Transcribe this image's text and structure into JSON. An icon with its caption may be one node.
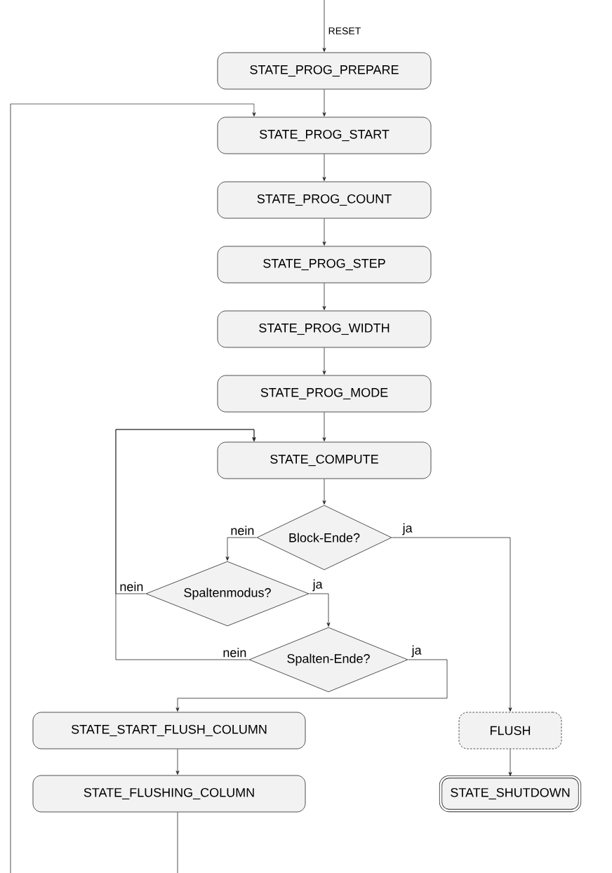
{
  "diagram": {
    "nodes": [
      {
        "text": [
          "STATE_PROG_PREPARE"
        ]
      },
      {
        "text": [
          "STATE_PROG_START"
        ]
      },
      {
        "text": [
          "STATE_PROG_COUNT"
        ]
      },
      {
        "text": [
          "STATE_PROG_STEP"
        ]
      },
      {
        "text": [
          "STATE_PROG_WIDTH"
        ]
      },
      {
        "text": [
          "STATE_PROG_MODE"
        ]
      },
      {
        "text": [
          "STATE_COMPUTE"
        ]
      },
      {
        "text": [
          "Block-Ende?"
        ]
      },
      {
        "text": [
          "Spaltenmodus?"
        ]
      },
      {
        "text": [
          "Spalten-Ende?"
        ]
      },
      {
        "text": [
          "STATE_START_FLUSH_COLUMN"
        ]
      },
      {
        "text": [
          "STATE_FLUSHING_COLUMN"
        ]
      },
      {
        "text": [
          "FLUSH"
        ]
      },
      {
        "text": [
          "STATE_SHUTDOWN"
        ]
      }
    ],
    "edges": [
      {
        "from": null,
        "to": 0,
        "arrow": "to",
        "label": "RESET"
      },
      {
        "from": 0,
        "to": 1,
        "arrow": "to"
      },
      {
        "from": 1,
        "to": 2,
        "arrow": "to"
      },
      {
        "from": 2,
        "to": 3,
        "arrow": "to"
      },
      {
        "from": 3,
        "to": 4,
        "arrow": "to"
      },
      {
        "from": 4,
        "to": 5,
        "arrow": "to"
      },
      {
        "from": 5,
        "to": 6,
        "arrow": "to"
      },
      {
        "from": 6,
        "to": 7,
        "arrow": "to"
      },
      {
        "from": 7,
        "to": 8,
        "arrow": "to",
        "label": "nein"
      },
      {
        "from": 7,
        "to": 12,
        "arrow": "to",
        "label": "ja"
      },
      {
        "from": 8,
        "to": 6,
        "arrow": "to",
        "label": "nein"
      },
      {
        "from": 8,
        "to": 9,
        "arrow": "to",
        "label": "ja"
      },
      {
        "from": 9,
        "to": 6,
        "arrow": "to",
        "label": "nein"
      },
      {
        "from": 9,
        "to": 10,
        "arrow": "to",
        "label": "ja"
      },
      {
        "from": 10,
        "to": 11,
        "arrow": "to"
      },
      {
        "from": 11,
        "to": null,
        "arrow": "none"
      },
      {
        "from": null,
        "to": 1,
        "arrow": "to"
      },
      {
        "from": 12,
        "to": 13,
        "arrow": "to"
      }
    ]
  }
}
